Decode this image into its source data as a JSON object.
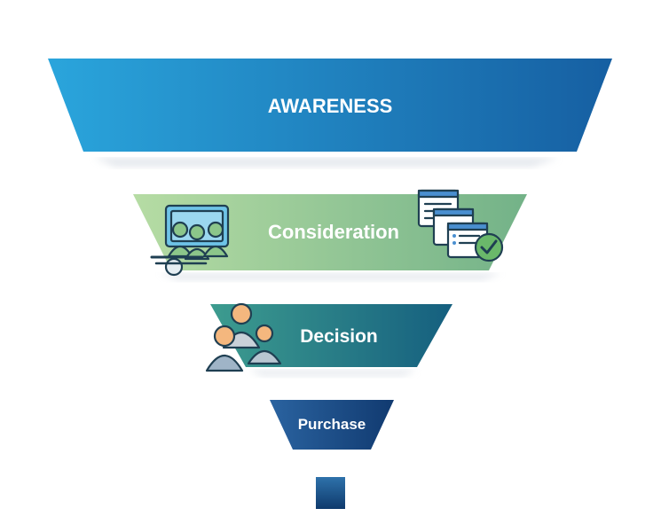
{
  "funnel": {
    "stages": [
      {
        "label": "AWARENESS",
        "colors": [
          "#2a9fd6",
          "#1766a8"
        ]
      },
      {
        "label": "Consideration",
        "colors": [
          "#b4d9a2",
          "#77b58a"
        ]
      },
      {
        "label": "Decision",
        "colors": [
          "#3a9a8f",
          "#17627e"
        ]
      },
      {
        "label": "Purchase",
        "colors": [
          "#235b9a",
          "#123d73"
        ]
      }
    ],
    "bottom_block_colors": [
      "#2d6ea8",
      "#0f3b6e"
    ],
    "icons": [
      "meeting-group-icon",
      "checklist-documents-icon",
      "people-group-icon"
    ]
  }
}
